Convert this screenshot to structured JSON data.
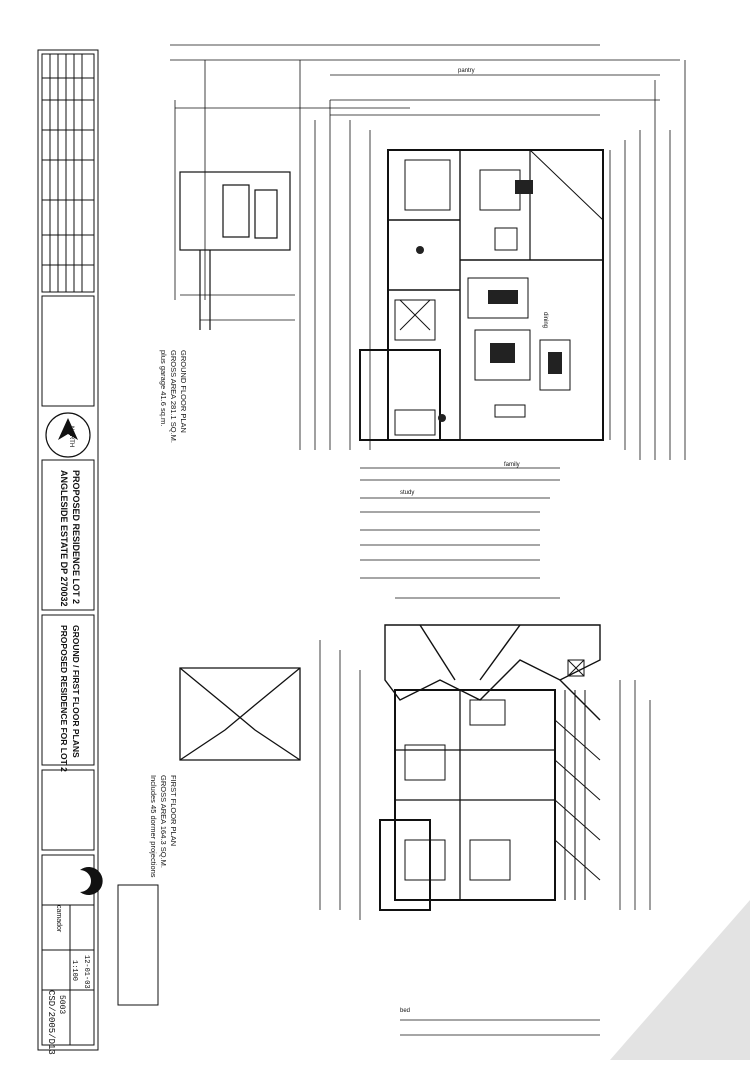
{
  "ground_floor": {
    "title": "GROUND FLOOR PLAN",
    "area": "GROSS AREA 281.1 SQ.M.",
    "garage": "plus garage 41.6 sq.m."
  },
  "first_floor": {
    "title": "FIRST FLOOR PLAN",
    "area": "GROSS AREA 164.3 SQ.M.",
    "note": "Includes 45 dormer projections"
  },
  "title_block": {
    "project_line1": "PROPOSED RESIDENCE LOT 2",
    "project_line2": "ANGLESIDE ESTATE DP 270032",
    "drawing_line1": "GROUND / FIRST FLOOR PLANS",
    "drawing_line2": "PROPOSED RESIDENCE FOR LOT 2",
    "north_label": "NORTH",
    "company": "camador",
    "date": "12-01-03",
    "scale": "1:100",
    "drawing_number": "5003",
    "reference": "CSD/2005/D13"
  },
  "room_labels": {
    "family": "family",
    "dining": "dining",
    "study": "study",
    "bed": "bed",
    "pantry": "pantry"
  },
  "colors": {
    "ink": "#111111",
    "paper": "#ffffff",
    "scan_fold": "#d9d9d9"
  }
}
